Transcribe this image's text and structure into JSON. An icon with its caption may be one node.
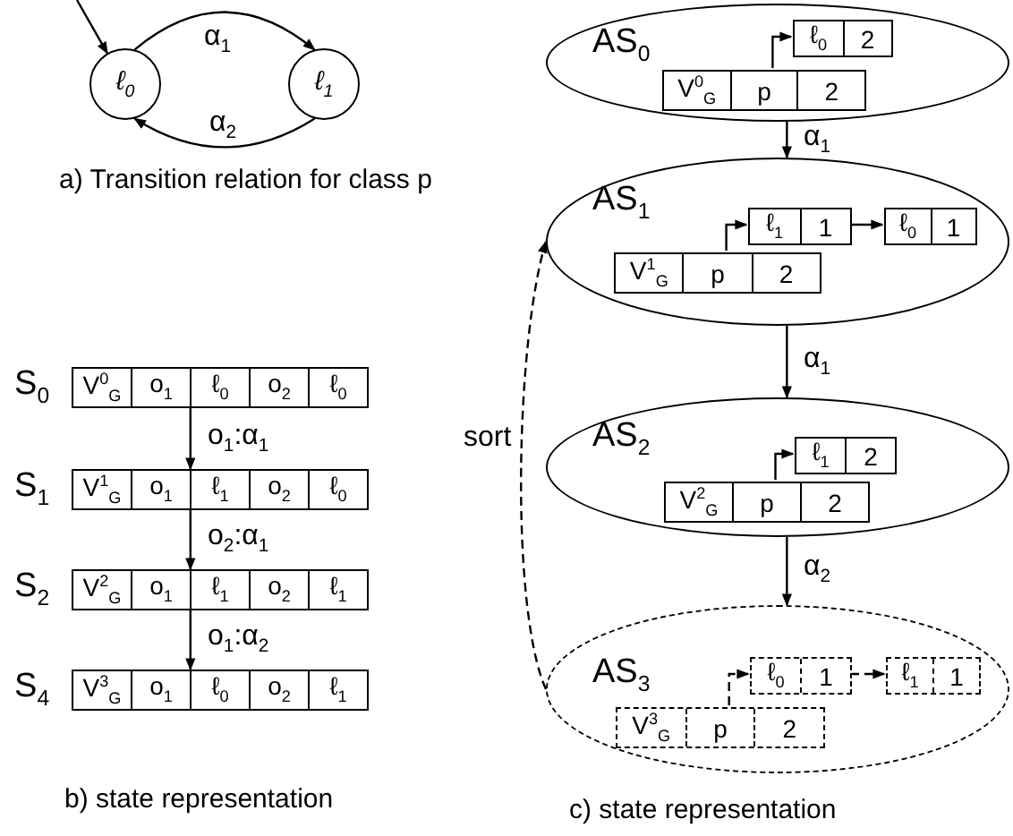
{
  "diagram": {
    "nodes": [
      {
        "text": [
          "ℓ$_{0}$"
        ]
      },
      {
        "text": [
          "ℓ$_{1}$"
        ]
      },
      {
        "text": [
          "V$^{0}$$_{G}$",
          "o$_{1}$",
          "ℓ$_{0}$",
          "o$_{2}$",
          "ℓ$_{0}$"
        ],
        "beside": [
          "S$_{0}$"
        ]
      },
      {
        "text": [
          "V$^{1}$$_{G}$",
          "o$_{1}$",
          "ℓ$_{1}$",
          "o$_{2}$",
          "ℓ$_{0}$"
        ],
        "beside": [
          "S$_{1}$"
        ]
      },
      {
        "text": [
          "V$^{2}$$_{G}$",
          "o$_{1}$",
          "ℓ$_{1}$",
          "o$_{2}$",
          "ℓ$_{1}$"
        ],
        "beside": [
          "S$_{2}$"
        ]
      },
      {
        "text": [
          "V$^{3}$$_{G}$",
          "o$_{1}$",
          "ℓ$_{0}$",
          "o$_{2}$",
          "ℓ$_{1}$"
        ],
        "beside": [
          "S$_{4}$"
        ]
      },
      {
        "text": [
          "AS$_{0}$"
        ]
      },
      {
        "text": [
          "V$^{0}$$_{G}$",
          "p",
          "2"
        ],
        "in": 6
      },
      {
        "text": [
          "ℓ$_{0}$",
          "2"
        ],
        "in": 6
      },
      {
        "text": [
          "AS$_{1}$"
        ]
      },
      {
        "text": [
          "V$^{1}$$_{G}$",
          "p",
          "2"
        ],
        "in": 9
      },
      {
        "text": [
          "ℓ$_{1}$",
          "1"
        ],
        "in": 9
      },
      {
        "text": [
          "ℓ$_{0}$",
          "1"
        ],
        "in": 9
      },
      {
        "text": [
          "AS$_{2}$"
        ]
      },
      {
        "text": [
          "V$^{2}$$_{G}$",
          "p",
          "2"
        ],
        "in": 13
      },
      {
        "text": [
          "ℓ$_{1}$",
          "2"
        ],
        "in": 13
      },
      {
        "text": [
          "AS$_{3}$"
        ]
      },
      {
        "text": [
          "V$^{3}$$_{G}$",
          "p",
          "2"
        ],
        "in": 16
      },
      {
        "text": [
          "ℓ$_{0}$",
          "1"
        ],
        "in": 16
      },
      {
        "text": [
          "ℓ$_{1}$",
          "1"
        ],
        "in": 16
      }
    ],
    "edges": [
      {
        "from": null,
        "to": 0,
        "arrow": "to"
      },
      {
        "from": 0,
        "to": 1,
        "arrow": "to",
        "label": "α$_{1}$"
      },
      {
        "from": 1,
        "to": 0,
        "arrow": "to",
        "label": "α$_{2}$"
      },
      {
        "from": 2,
        "to": 3,
        "arrow": "to",
        "label": "o$_{1}$:α$_{1}$"
      },
      {
        "from": 3,
        "to": 4,
        "arrow": "to",
        "label": "o$_{2}$:α$_{1}$"
      },
      {
        "from": 4,
        "to": 5,
        "arrow": "to",
        "label": "o$_{1}$:α$_{2}$"
      },
      {
        "from": 7,
        "to": 8,
        "arrow": "to"
      },
      {
        "from": 6,
        "to": 9,
        "arrow": "to",
        "label": "α$_{1}$"
      },
      {
        "from": 10,
        "to": 11,
        "arrow": "to"
      },
      {
        "from": 11,
        "to": 12,
        "arrow": "to"
      },
      {
        "from": 9,
        "to": 13,
        "arrow": "to",
        "label": "α$_{1}$"
      },
      {
        "from": 14,
        "to": 15,
        "arrow": "to"
      },
      {
        "from": 13,
        "to": 16,
        "arrow": "to",
        "label": "α$_{2}$"
      },
      {
        "from": 17,
        "to": 18,
        "arrow": "to",
        "style": "dashed"
      },
      {
        "from": 18,
        "to": 19,
        "arrow": "to",
        "style": "dashed"
      },
      {
        "from": 16,
        "to": 9,
        "arrow": "to",
        "style": "dashed",
        "label": "sort"
      }
    ],
    "labels": [
      "a) Transition relation for class p",
      "b) state representation",
      "c) state representation"
    ]
  }
}
